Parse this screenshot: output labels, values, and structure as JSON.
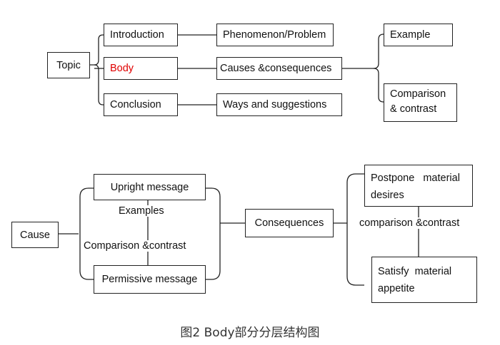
{
  "top": {
    "topic": "Topic",
    "introduction": "Introduction",
    "body": "Body",
    "conclusion": "Conclusion",
    "phenomenon": "Phenomenon/Problem",
    "causes": "Causes &consequences",
    "ways": "Ways and suggestions",
    "example": "Example",
    "comparison_line1": "Comparison",
    "comparison_line2": "&  contrast"
  },
  "bottom": {
    "cause": "Cause",
    "upright": "Upright message",
    "examples": "Examples",
    "comparison_contrast": "Comparison &contrast",
    "permissive": "Permissive message",
    "consequences": "Consequences",
    "postpone_line1": "Postpone   material",
    "postpone_line2": "desires",
    "comparison_contrast_right": "comparison &contrast",
    "satisfy_line1": "Satisfy  material",
    "satisfy_line2": "appetite"
  },
  "colors": {
    "highlight": "#e00000",
    "line": "#222222"
  },
  "caption": "图2  Body部分分层结构图"
}
